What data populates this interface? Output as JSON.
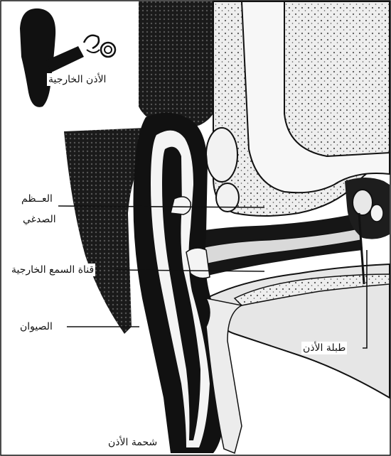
{
  "labels": {
    "outer_ear": "الأذن الخارجية",
    "temporal_bone_line1": "العــظم",
    "temporal_bone_line2": "الصدغي",
    "ear_canal": "قناة السمع الخارجية",
    "pinna": "الصيوان",
    "eardrum": "طبلة الأذن",
    "earlobe": "شحمة الأذن"
  },
  "colors": {
    "ink": "#111111",
    "paper": "#ffffff",
    "bone": "#ececec",
    "bone_dots": "#555555",
    "tissue_gray": "#bdbdbd"
  }
}
